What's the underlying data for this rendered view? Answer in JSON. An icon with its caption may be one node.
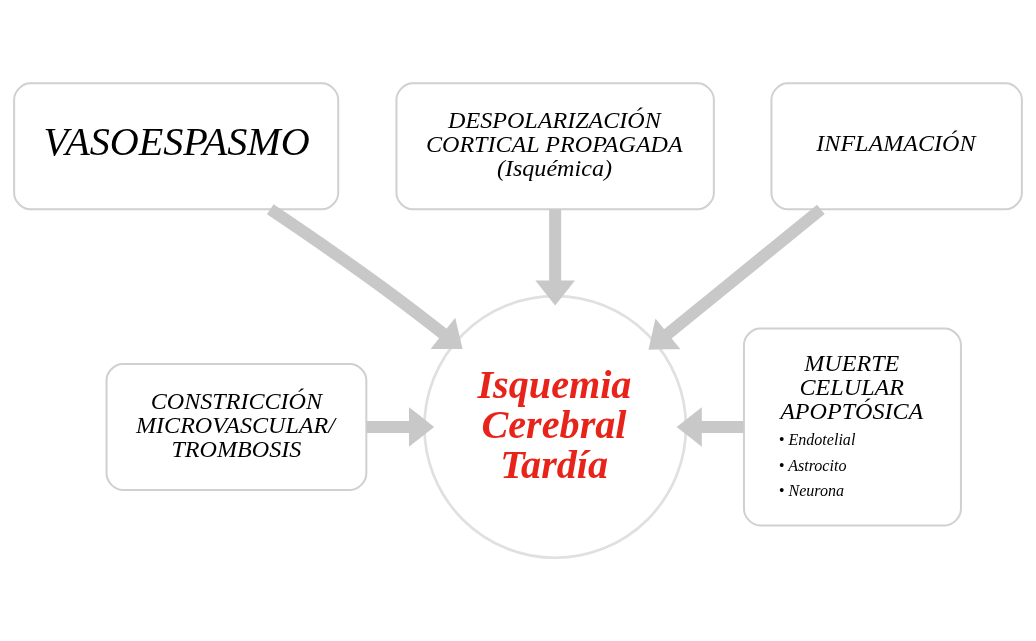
{
  "diagram": {
    "nodes": [
      {
        "text": [
          "DESPOLARIZACIÓN CORTICAL PROPAGADA",
          "(Isquémica)"
        ]
      },
      {
        "text": [
          "VASOESPASMO"
        ]
      },
      {
        "text": [
          "INFLAMACIÓN"
        ]
      },
      {
        "text": [
          "CONSTRICCIÓN MICROVASCULAR/ TROMBOSIS"
        ]
      },
      {
        "text": [
          "Isquemia Cerebral Tardía"
        ]
      },
      {
        "text": [
          "MUERTE CELULAR APOPTÓSICA",
          "• Endotelial",
          "• Astrocito",
          "• Neurona"
        ]
      }
    ],
    "edges": [
      {
        "from": 1,
        "to": 4,
        "arrow": "to"
      },
      {
        "from": 0,
        "to": 4,
        "arrow": "to"
      },
      {
        "from": 2,
        "to": 4,
        "arrow": "to"
      },
      {
        "from": 3,
        "to": 4,
        "arrow": "to"
      },
      {
        "from": 5,
        "to": 4,
        "arrow": "to"
      }
    ]
  }
}
